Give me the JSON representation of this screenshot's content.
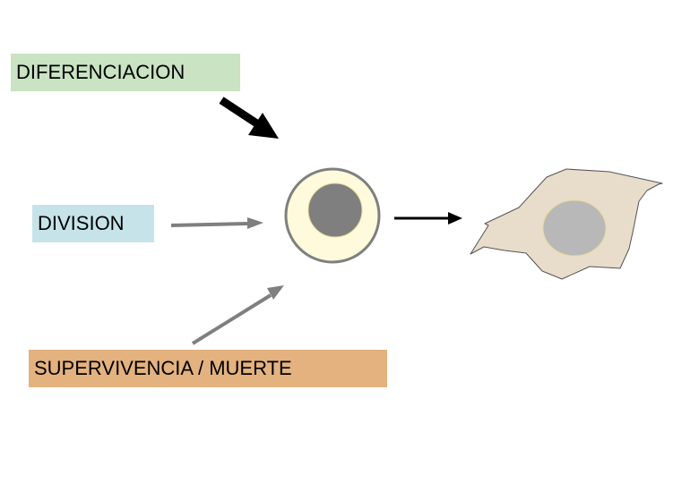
{
  "labels": {
    "diferenciacion": "DIFERENCIACION",
    "division": "DIVISION",
    "supervivencia": "SUPERVIVENCIA  / MUERTE"
  },
  "colors": {
    "diferenciacion_bg": "#c9e3c3",
    "division_bg": "#c6e3ea",
    "supervivencia_bg": "#e3b27f",
    "round_cell_fill": "#fffadc",
    "round_cell_border": "#7f7f7f",
    "round_nucleus": "#7f7f7f",
    "diff_cell_fill": "#e8dccb",
    "diff_nucleus": "#b8b8b8",
    "black_arrow": "#000000",
    "gray_arrow": "#7f7f7f"
  }
}
